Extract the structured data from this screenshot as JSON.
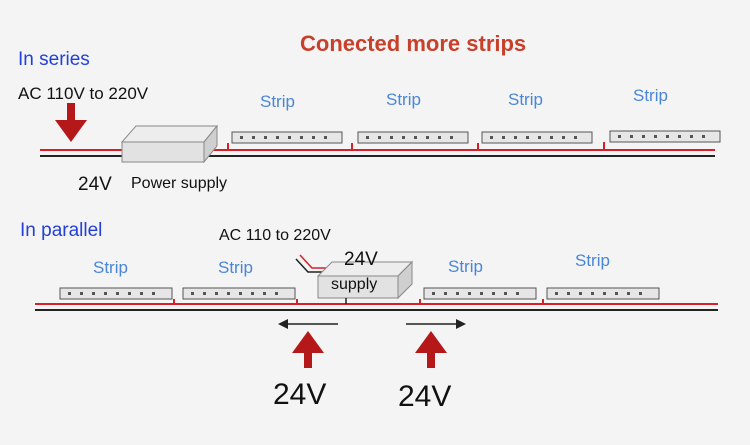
{
  "title": "Conected more strips",
  "series": {
    "heading": "In series",
    "ac_label": "AC 110V to 220V",
    "voltage": "24V",
    "supply_label": "Power supply",
    "strip_labels": [
      "Strip",
      "Strip",
      "Strip",
      "Strip"
    ]
  },
  "parallel": {
    "heading": "In parallel",
    "ac_label": "AC 110 to 220V",
    "supply_voltage": "24V",
    "supply_label": "supply",
    "strip_labels": [
      "Strip",
      "Strip",
      "Strip",
      "Strip"
    ],
    "voltage_left": "24V",
    "voltage_right": "24V"
  },
  "colors": {
    "title": "#c8402a",
    "heading": "#2340d8",
    "strip_text": "#4a86d8",
    "wire_red": "#d8202a",
    "arrow": "#b51818"
  }
}
